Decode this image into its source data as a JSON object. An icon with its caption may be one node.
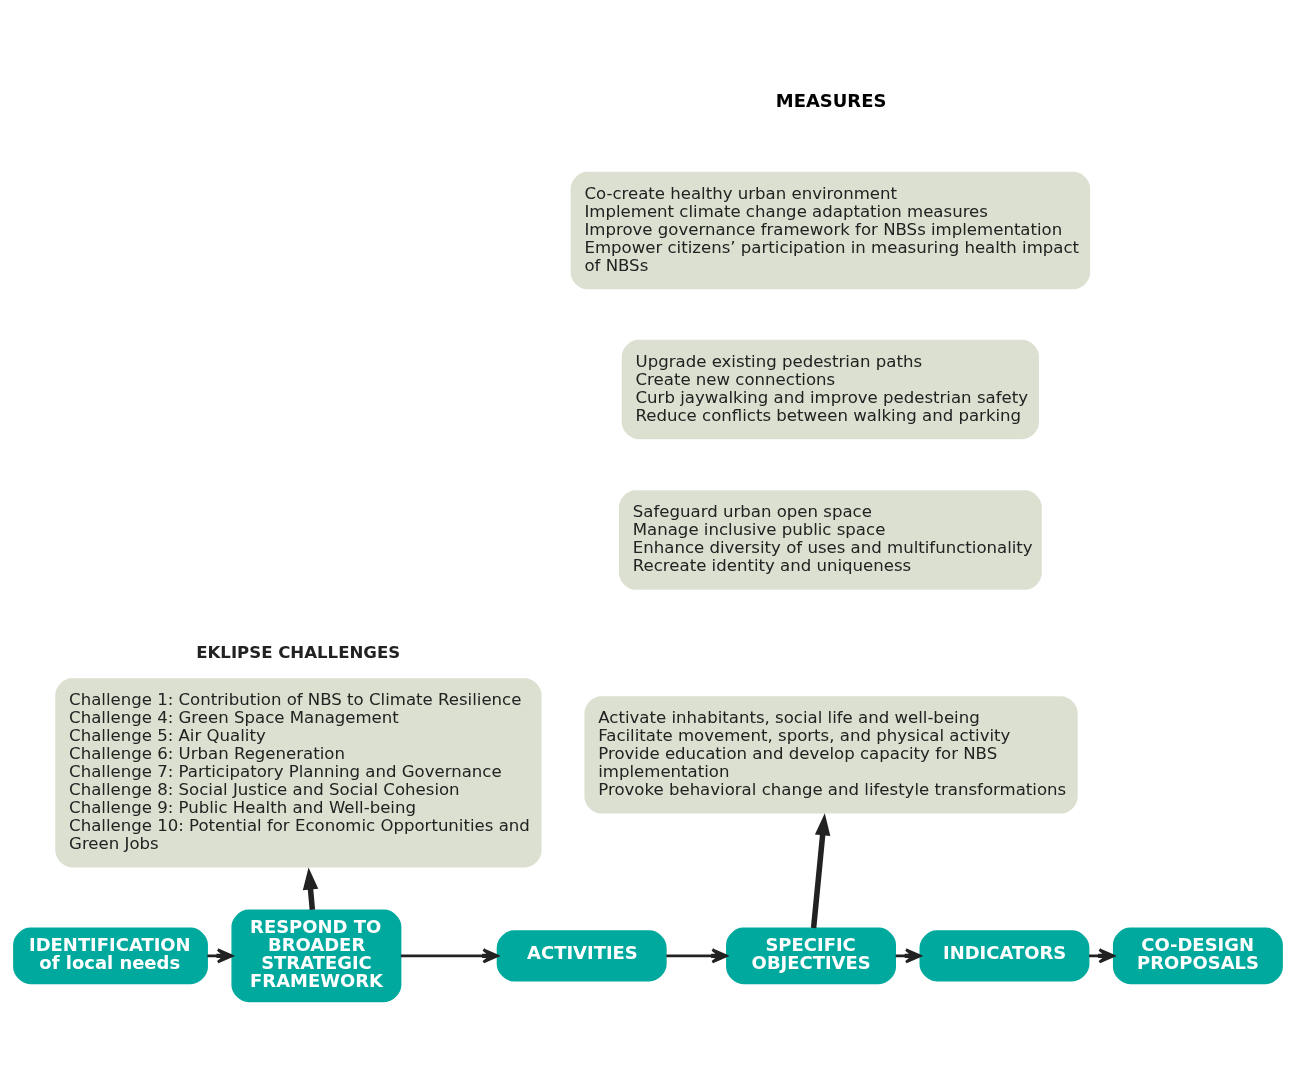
{
  "diagram": {
    "nodes": [
      {
        "text": [
          "EKLIPSE CHALLENGES",
          "Challenge 1: Contribution of NBS to Climate Resilience",
          "Challenge 4: Green Space Management",
          "Challenge 5: Air Quality",
          "Challenge 6: Urban Regeneration",
          "Challenge 7: Participatory Planning and Governance",
          "Challenge 8: Social Justice and Social Cohesion",
          "Challenge 9: Public Health and Well-being",
          "Challenge 10: Potential for Economic Opportunities and Green Jobs"
        ]
      },
      {
        "text": [
          "Co-create healthy urban environment",
          "Implement climate change adaptation measures",
          "Improve governance framework for NBSs implementation",
          "Empower citizens’ participation in measuring health impact of NBSs"
        ]
      },
      {
        "text": [
          "Upgrade existing pedestrian paths",
          "Create new connections",
          "Curb jaywalking and improve pedestrian safety",
          "Reduce conflicts between walking and parking"
        ]
      },
      {
        "text": [
          "Safeguard urban open space",
          "Manage inclusive public space",
          "Enhance diversity of uses and multifunctionality",
          "Recreate identity and uniqueness"
        ]
      },
      {
        "text": [
          "Activate inhabitants, social life and well-being",
          "Facilitate movement, sports, and physical activity",
          "Provide education and develop capacity for NBS implementation",
          "Provoke behavioral change and lifestyle transformations"
        ]
      },
      {
        "text": [
          "IDENTIFICATION of local needs"
        ]
      },
      {
        "text": [
          "RESPOND TO BROADER STRATEGIC FRAMEWORK"
        ]
      },
      {
        "text": [
          "ACTIVITIES"
        ]
      },
      {
        "text": [
          "SPECIFIC OBJECTIVES"
        ]
      },
      {
        "text": [
          "INDICATORS"
        ]
      },
      {
        "text": [
          "CO-DESIGN PROPOSALS"
        ]
      }
    ],
    "edges": [
      {
        "from": 5,
        "to": 6,
        "arrow": "to"
      },
      {
        "from": 6,
        "to": 7,
        "arrow": "to"
      },
      {
        "from": 7,
        "to": 8,
        "arrow": "to"
      },
      {
        "from": 8,
        "to": 9,
        "arrow": "to"
      },
      {
        "from": 9,
        "to": 10,
        "arrow": "to"
      },
      {
        "from": 6,
        "to": 0,
        "arrow": "to",
        "style": "thick"
      },
      {
        "from": 8,
        "to": 4,
        "arrow": "to",
        "style": "thick"
      }
    ],
    "labels": [
      "MEASURES"
    ]
  }
}
